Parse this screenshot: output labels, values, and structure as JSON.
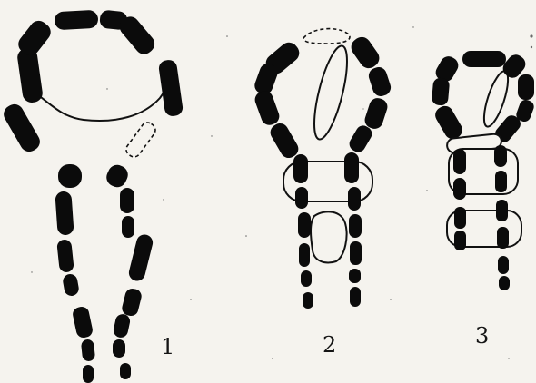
{
  "figures": [
    {
      "label": "1"
    },
    {
      "label": "2"
    },
    {
      "label": "3"
    }
  ]
}
